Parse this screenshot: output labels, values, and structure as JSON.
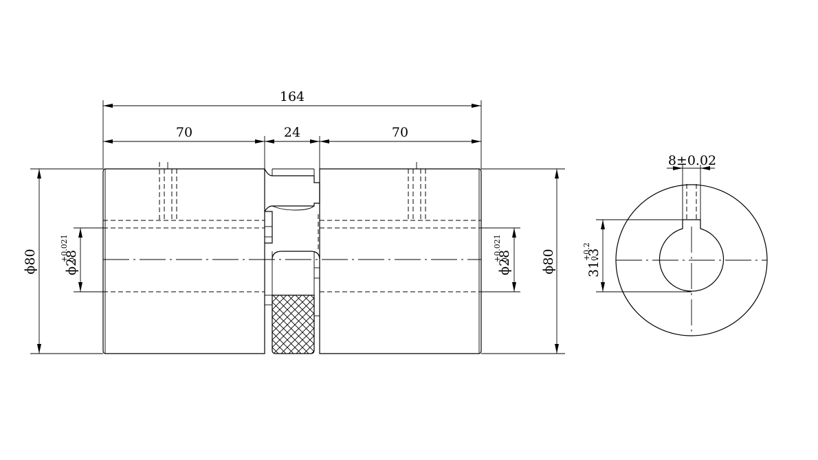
{
  "dimensions": {
    "overall_length": "164",
    "hub_left_length": "70",
    "spider_length": "24",
    "hub_right_length": "70",
    "outer_diameter_left": "ϕ80",
    "outer_diameter_right": "ϕ80",
    "bore_left": {
      "nominal": "ϕ28",
      "upper": "+0.021",
      "lower": "0"
    },
    "bore_right": {
      "nominal": "ϕ28",
      "upper": "+0.021",
      "lower": "0"
    },
    "keyway_width": "8±0.02",
    "keyway_depth": {
      "nominal": "31.3",
      "upper": "+0.2",
      "lower": "0"
    }
  }
}
